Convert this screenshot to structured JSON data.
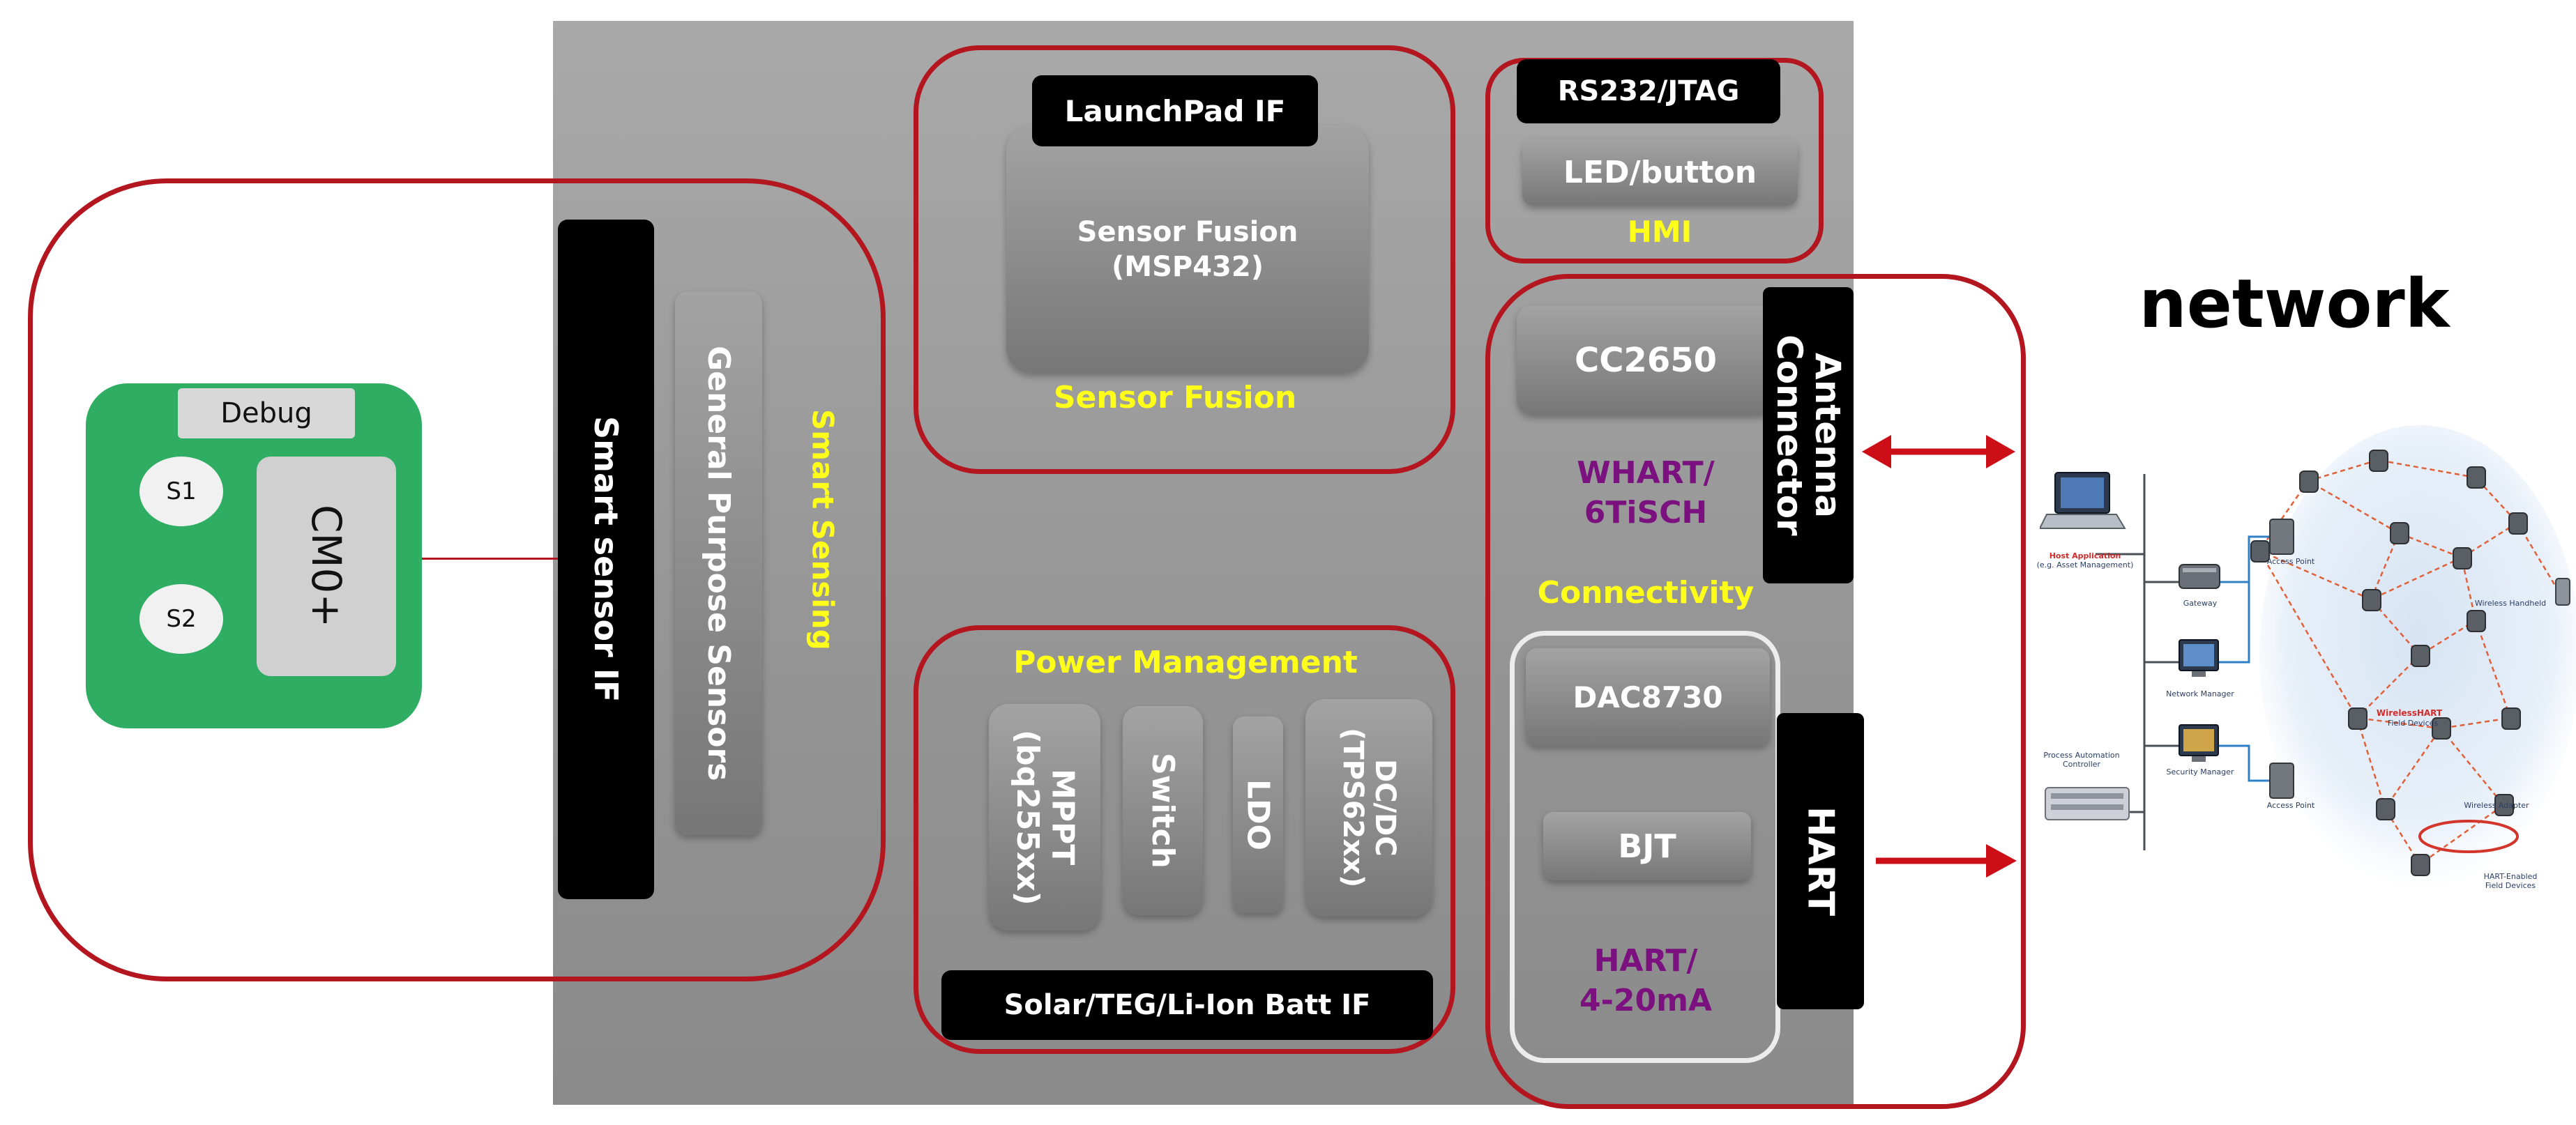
{
  "sensor_board": {
    "debug": "Debug",
    "s1": "S1",
    "s2": "S2",
    "cm0": "CM0+"
  },
  "smart_sensing": {
    "smart_sensor_if": "Smart sensor IF",
    "general_purpose_sensors": "General Purpose Sensors",
    "group_label": "Smart Sensing"
  },
  "sensor_fusion": {
    "launchpad_if": "LaunchPad IF",
    "fusion_line1": "Sensor Fusion",
    "fusion_line2": "(MSP432)",
    "group_label": "Sensor Fusion"
  },
  "power_management": {
    "group_label": "Power Management",
    "mppt_line1": "MPPT",
    "mppt_line2": "(bq255xx)",
    "switch": "Switch",
    "ldo": "LDO",
    "dcdc_line1": "DC/DC",
    "dcdc_line2": "(TPS62xx)",
    "batt_if": "Solar/TEG/Li-Ion Batt IF"
  },
  "hmi": {
    "rs232": "RS232/JTAG",
    "led_button": "LED/button",
    "group_label": "HMI"
  },
  "connectivity": {
    "cc2650": "CC2650",
    "antenna_line1": "Antenna",
    "antenna_line2": "Connector",
    "whart_line1": "WHART/",
    "whart_line2": "6TiSCH",
    "group_label": "Connectivity",
    "dac": "DAC8730",
    "bjt": "BJT",
    "hart": "HART",
    "hart_line1": "HART/",
    "hart_line2": "4-20mA"
  },
  "network": {
    "title": "network",
    "host_application": "Host Application",
    "host_sub": "(e.g. Asset Management)",
    "process_controller_line1": "Process Automation",
    "process_controller_line2": "Controller",
    "gateway": "Gateway",
    "network_manager": "Network Manager",
    "security_manager": "Security Manager",
    "access_point": "Access Point",
    "wireless_handheld": "Wireless Handheld",
    "wirelesshart": "WirelessHART",
    "field_devices": "Field Devices",
    "wireless_adapter": "Wireless Adapter",
    "hart_enabled_line1": "HART-Enabled",
    "hart_enabled_line2": "Field Devices"
  },
  "colors": {
    "group_border": "#b3161f",
    "pcb_green": "#2fae63",
    "label_yellow": "#ffff1a",
    "label_purple": "#7b117f",
    "arrow_red": "#cc0f17"
  }
}
